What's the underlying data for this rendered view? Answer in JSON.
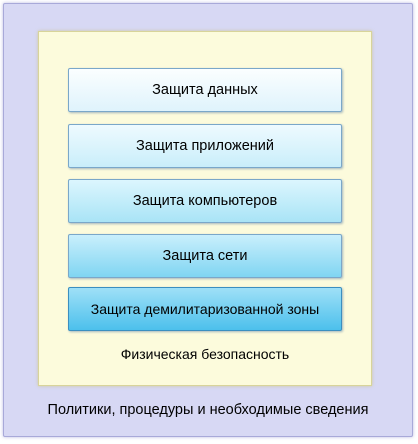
{
  "outer_layer": {
    "label": "Политики, процедуры и необходимые сведения",
    "color": "#d7d8f4"
  },
  "physical_layer": {
    "label": "Физическая безопасность",
    "color": "#fcfbdc"
  },
  "layers": [
    {
      "label": "Защита данных"
    },
    {
      "label": "Защита приложений"
    },
    {
      "label": "Защита компьютеров"
    },
    {
      "label": "Защита сети"
    },
    {
      "label": "Защита демилитаризованной зоны"
    }
  ]
}
